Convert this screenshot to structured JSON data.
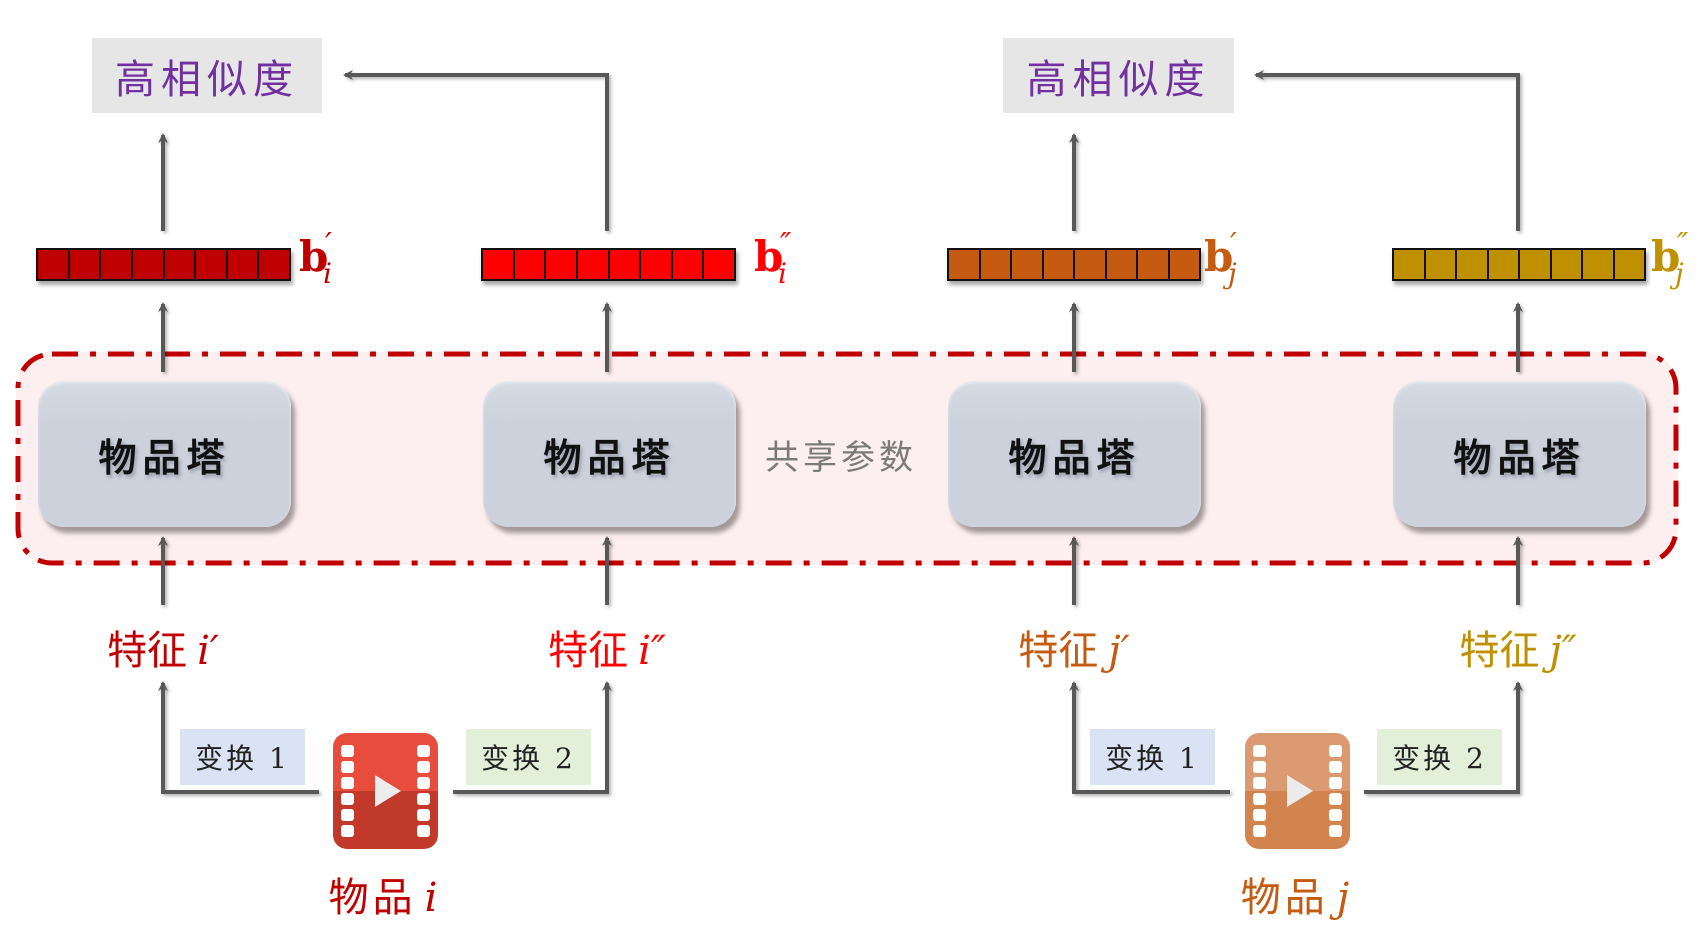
{
  "similarity_boxes": [
    {
      "label": "高相似度",
      "color": "#7030a0"
    },
    {
      "label": "高相似度",
      "color": "#7030a0"
    }
  ],
  "shared_params_label": "共享参数",
  "towers": [
    {
      "label": "物品塔"
    },
    {
      "label": "物品塔"
    },
    {
      "label": "物品塔"
    },
    {
      "label": "物品塔"
    }
  ],
  "embeddings": [
    {
      "base": "b",
      "prime": "′",
      "sub": "i",
      "color": "#c00000",
      "cells": 8
    },
    {
      "base": "b",
      "prime": "″",
      "sub": "i",
      "color": "#ff0000",
      "cells": 8
    },
    {
      "base": "b",
      "prime": "′",
      "sub": "j",
      "color": "#c55a11",
      "cells": 8
    },
    {
      "base": "b",
      "prime": "″",
      "sub": "j",
      "color": "#bf9000",
      "cells": 8
    }
  ],
  "features": [
    {
      "label": "特征",
      "var": "i′",
      "color": "#c00000"
    },
    {
      "label": "特征",
      "var": "i″",
      "color": "#ff0000"
    },
    {
      "label": "特征",
      "var": "j′",
      "color": "#c55a11"
    },
    {
      "label": "特征",
      "var": "j″",
      "color": "#bf9000"
    }
  ],
  "transforms": [
    {
      "label": "变换 1"
    },
    {
      "label": "变换 2"
    },
    {
      "label": "变换 1"
    },
    {
      "label": "变换 2"
    }
  ],
  "items": [
    {
      "label": "物品",
      "var": "i",
      "color": "#c00000",
      "icon": "video-icon",
      "icon_top": "#e74c3c",
      "icon_bottom": "#c0392b"
    },
    {
      "label": "物品",
      "var": "j",
      "color": "#c55a11",
      "icon": "video-icon",
      "icon_top": "#dc9a73",
      "icon_bottom": "#d2844f"
    }
  ],
  "colors": {
    "arrow": "#595959",
    "shared_border": "#c00000",
    "shared_fill": "#fdeef0",
    "tower_fill": "#ccd1db"
  }
}
